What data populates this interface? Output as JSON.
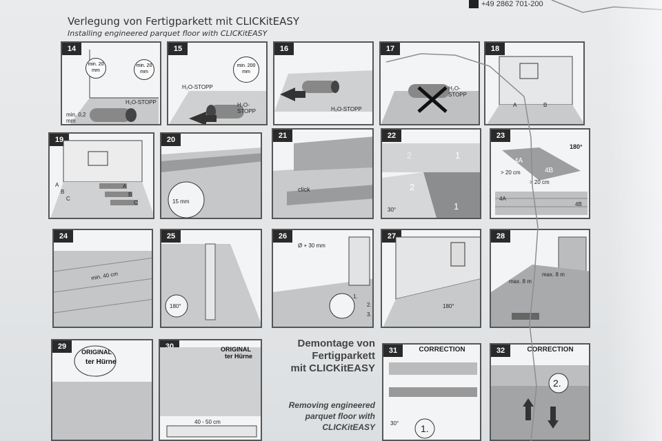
{
  "header": {
    "title_de": "Verlegung von Fertigparkett mit CLICKitEASY",
    "title_en": "Installing engineered parquet floor with CLICKitEASY",
    "phone": "+49 2862 701-200"
  },
  "steps": [
    {
      "num": "14",
      "labels": [
        "min. 20 mm",
        "min. 20 mm",
        "H₂O-STOPP",
        "min. 0,2 mm"
      ]
    },
    {
      "num": "15",
      "labels": [
        "min. 200 mm",
        "H₂O-STOPP",
        "H₂O-STOPP"
      ]
    },
    {
      "num": "16",
      "labels": [
        "H₂O-STOPP"
      ]
    },
    {
      "num": "17",
      "labels": [
        "H₂O-STOPP"
      ]
    },
    {
      "num": "18",
      "labels": [
        "A",
        "B"
      ]
    },
    {
      "num": "19",
      "labels": [
        "A",
        "B",
        "C",
        "A",
        "B",
        "C"
      ]
    },
    {
      "num": "20",
      "labels": [
        "15 mm"
      ]
    },
    {
      "num": "21",
      "labels": [
        "click"
      ]
    },
    {
      "num": "22",
      "labels": [
        "2",
        "1",
        "2",
        "1",
        "30°"
      ]
    },
    {
      "num": "23",
      "labels": [
        "180°",
        "4A",
        "4B",
        "> 20 cm",
        "> 20 cm",
        "4A",
        "4B"
      ]
    },
    {
      "num": "24",
      "labels": [
        "min. 40 cm"
      ]
    },
    {
      "num": "25",
      "labels": [
        "180°"
      ]
    },
    {
      "num": "26",
      "labels": [
        "Ø + 30 mm",
        "1.",
        "2.",
        "3."
      ]
    },
    {
      "num": "27",
      "labels": [
        "180°"
      ]
    },
    {
      "num": "28",
      "labels": [
        "max. 8 m",
        "max. 8 m"
      ]
    },
    {
      "num": "29",
      "labels": [
        "ORIGINAL",
        "ter Hürne"
      ]
    },
    {
      "num": "30",
      "labels": [
        "ORIGINAL",
        "ter Hürne",
        "40 - 50 cm"
      ]
    },
    {
      "num": "31",
      "labels": [
        "CORRECTION",
        "30°",
        "1."
      ]
    },
    {
      "num": "32",
      "labels": [
        "CORRECTION",
        "2."
      ]
    }
  ],
  "removal": {
    "title_de_1": "Demontage von",
    "title_de_2": "Fertigparkett",
    "title_de_3": "mit CLICKitEASY",
    "title_en_1": "Removing engineered",
    "title_en_2": "parquet floor with",
    "title_en_3": "CLICKitEASY"
  }
}
